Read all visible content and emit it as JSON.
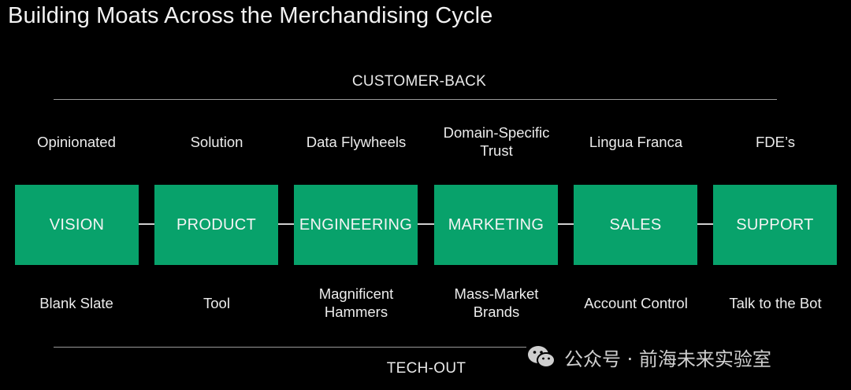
{
  "title": "Building Moats Across the Merchandising Cycle",
  "top_axis_label": "CUSTOMER-BACK",
  "bottom_axis_label": "TECH-OUT",
  "stages": [
    {
      "name": "VISION",
      "top": "Opinionated",
      "bottom": "Blank Slate"
    },
    {
      "name": "PRODUCT",
      "top": "Solution",
      "bottom": "Tool"
    },
    {
      "name": "ENGINEERING",
      "top": "Data Flywheels",
      "bottom": "Magnificent\nHammers"
    },
    {
      "name": "MARKETING",
      "top": "Domain-Specific\nTrust",
      "bottom": "Mass-Market\nBrands"
    },
    {
      "name": "SALES",
      "top": "Lingua Franca",
      "bottom": "Account Control"
    },
    {
      "name": "SUPPORT",
      "top": "FDE’s",
      "bottom": "Talk to the Bot"
    }
  ],
  "watermark": {
    "text": "公众号 · 前海未来实验室",
    "icon": "wechat-icon"
  },
  "colors": {
    "background": "#000000",
    "box": "#08a26b",
    "text": "#ffffff",
    "rule": "#9a9a9a"
  }
}
